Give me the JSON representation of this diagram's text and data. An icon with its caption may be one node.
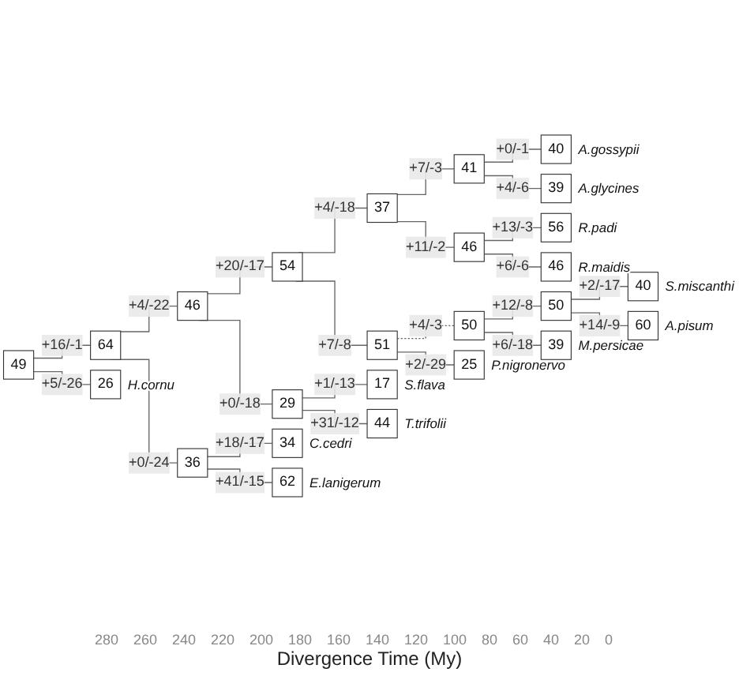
{
  "diagram": {
    "nodes": [
      {
        "text": [
          "40"
        ],
        "beside": [
          "A.gossypii"
        ]
      },
      {
        "text": [
          "41"
        ]
      },
      {
        "text": [
          "39"
        ],
        "beside": [
          "A.glycines"
        ]
      },
      {
        "text": [
          "37"
        ]
      },
      {
        "text": [
          "56"
        ],
        "beside": [
          "R.padi"
        ]
      },
      {
        "text": [
          "46"
        ]
      },
      {
        "text": [
          "46"
        ],
        "beside": [
          "R.maidis"
        ]
      },
      {
        "text": [
          "54"
        ]
      },
      {
        "text": [
          "40"
        ],
        "beside": [
          "S.miscanthi"
        ]
      },
      {
        "text": [
          "50"
        ]
      },
      {
        "text": [
          "50"
        ]
      },
      {
        "text": [
          "60"
        ],
        "beside": [
          "A.pisum"
        ]
      },
      {
        "text": [
          "39"
        ],
        "beside": [
          "M.persicae"
        ]
      },
      {
        "text": [
          "51"
        ]
      },
      {
        "text": [
          "46"
        ]
      },
      {
        "text": [
          "25"
        ],
        "beside": [
          "P.nigronervo"
        ]
      },
      {
        "text": [
          "64"
        ]
      },
      {
        "text": [
          "17"
        ],
        "beside": [
          "S.flava"
        ]
      },
      {
        "text": [
          "29"
        ]
      },
      {
        "text": [
          "44"
        ],
        "beside": [
          "T.trifolii"
        ]
      },
      {
        "text": [
          "49"
        ]
      },
      {
        "text": [
          "34"
        ],
        "beside": [
          "C.cedri"
        ]
      },
      {
        "text": [
          "36"
        ]
      },
      {
        "text": [
          "62"
        ],
        "beside": [
          "E.lanigerum"
        ]
      },
      {
        "text": [
          "26"
        ],
        "beside": [
          "H.cornu"
        ]
      }
    ],
    "edges": [
      {
        "from": 20,
        "to": 16,
        "arrow": "none",
        "label": "+16/-1"
      },
      {
        "from": 16,
        "to": 14,
        "arrow": "none",
        "label": "+4/-22"
      },
      {
        "from": 14,
        "to": 7,
        "arrow": "none",
        "label": "+20/-17"
      },
      {
        "from": 7,
        "to": 3,
        "arrow": "none",
        "label": "+4/-18"
      },
      {
        "from": 3,
        "to": 1,
        "arrow": "none",
        "label": "+7/-3"
      },
      {
        "from": 1,
        "to": 0,
        "arrow": "none",
        "label": "+0/-1"
      },
      {
        "from": 1,
        "to": 2,
        "arrow": "none",
        "label": "+4/-6"
      },
      {
        "from": 3,
        "to": 5,
        "arrow": "none",
        "label": "+11/-2"
      },
      {
        "from": 5,
        "to": 4,
        "arrow": "none",
        "label": "+13/-3"
      },
      {
        "from": 5,
        "to": 6,
        "arrow": "none",
        "label": "+6/-6"
      },
      {
        "from": 7,
        "to": 13,
        "arrow": "none",
        "label": "+7/-8"
      },
      {
        "from": 13,
        "to": 10,
        "arrow": "none",
        "label": "+4/-3",
        "style": "dashed"
      },
      {
        "from": 10,
        "to": 9,
        "arrow": "none",
        "label": "+12/-8"
      },
      {
        "from": 9,
        "to": 8,
        "arrow": "none",
        "label": "+2/-17"
      },
      {
        "from": 9,
        "to": 11,
        "arrow": "none",
        "label": "+14/-9"
      },
      {
        "from": 10,
        "to": 12,
        "arrow": "none",
        "label": "+6/-18"
      },
      {
        "from": 13,
        "to": 15,
        "arrow": "none",
        "label": "+2/-29"
      },
      {
        "from": 14,
        "to": 18,
        "arrow": "none",
        "label": "+0/-18"
      },
      {
        "from": 18,
        "to": 17,
        "arrow": "none",
        "label": "+1/-13"
      },
      {
        "from": 18,
        "to": 19,
        "arrow": "none",
        "label": "+31/-12"
      },
      {
        "from": 16,
        "to": 22,
        "arrow": "none",
        "label": "+0/-24"
      },
      {
        "from": 22,
        "to": 21,
        "arrow": "none",
        "label": "+18/-17"
      },
      {
        "from": 22,
        "to": 23,
        "arrow": "none",
        "label": "+41/-15"
      },
      {
        "from": 20,
        "to": 24,
        "arrow": "none",
        "label": "+5/-26"
      }
    ],
    "labels": [
      "280",
      "260",
      "240",
      "220",
      "200",
      "180",
      "160",
      "140",
      "120",
      "100",
      "80",
      "60",
      "40",
      "20",
      "0",
      "Divergence Time (My)"
    ]
  }
}
